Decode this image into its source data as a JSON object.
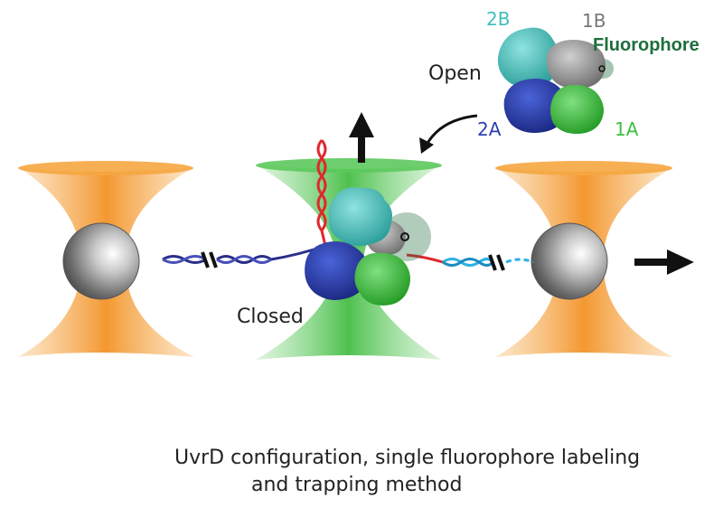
{
  "labels": {
    "open": "Open",
    "closed": "Closed",
    "fluorophore": "Fluorophore",
    "d2b": "2B",
    "d1b": "1B",
    "d2a": "2A",
    "d1a": "1A"
  },
  "caption": {
    "line1": "UvrD configuration, single fluorophore labeling",
    "line2": "and trapping method"
  },
  "colors": {
    "trap_orange": "#f39a2b",
    "trap_green": "#4cc04c",
    "domain_2b": "#45c4c0",
    "domain_1b": "#9a9a9a",
    "domain_2a": "#2a3fb0",
    "domain_1a": "#3fbf3f",
    "dna_dark": "#2a2f8a",
    "dna_red": "#e0282e",
    "dna_light": "#2fb1e6",
    "fluorophore": "#1f6e3c",
    "arrow": "#111111"
  }
}
